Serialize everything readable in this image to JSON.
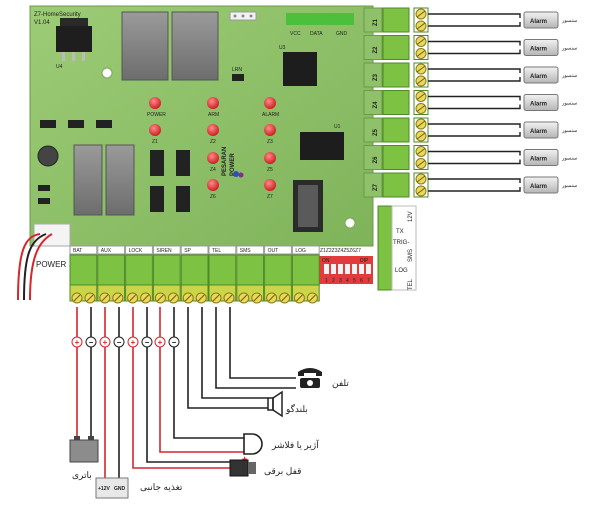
{
  "board": {
    "model": "Z7-HomeSecurity",
    "version": "V1.04",
    "brand_line1": "PESARAN",
    "brand_line2": "POWER",
    "power_label": "POWER",
    "header_labels": [
      "VCC",
      "DATA",
      "GND"
    ],
    "chip_labels": [
      "U4",
      "U3",
      "U1",
      "LRN"
    ],
    "leds": [
      "POWER",
      "ARM",
      "ALARM",
      "Z1",
      "Z2",
      "Z3",
      "Z4",
      "Z5",
      "Z6",
      "Z7"
    ],
    "dip": {
      "on": "ON",
      "dip": "DIP",
      "numbers": [
        "1",
        "2",
        "3",
        "4",
        "5",
        "6",
        "7"
      ],
      "zone_header": "Z1Z2Z3Z4Z5Z6Z7"
    }
  },
  "right_terminals": {
    "side_labels": [
      "12V",
      "TX",
      "TRIG-",
      "SMS",
      "LOG",
      "TEL"
    ]
  },
  "zones": [
    {
      "zone": "Z1",
      "sensor": "سنسور",
      "alarm": "Alarm"
    },
    {
      "zone": "Z2",
      "sensor": "سنسور",
      "alarm": "Alarm"
    },
    {
      "zone": "Z3",
      "sensor": "سنسور",
      "alarm": "Alarm"
    },
    {
      "zone": "Z4",
      "sensor": "سنسور",
      "alarm": "Alarm"
    },
    {
      "zone": "Z5",
      "sensor": "سنسور",
      "alarm": "Alarm"
    },
    {
      "zone": "Z6",
      "sensor": "سنسور",
      "alarm": "Alarm"
    },
    {
      "zone": "Z7",
      "sensor": "سنسور",
      "alarm": "Alarm"
    }
  ],
  "bottom_terminals": [
    "BAT",
    "AUX",
    "LOCK",
    "SIREN",
    "SP",
    "TEL",
    "SMS",
    "OUT",
    "LOG"
  ],
  "devices": {
    "phone": "تلفن",
    "speaker": "بلندگو",
    "siren": "آژیر یا فلاشر",
    "lock": "قفل برقی",
    "aux_supply": "تغذیه جانبی",
    "battery": "باتری",
    "psu_plus": "+12V",
    "psu_gnd": "GND"
  },
  "colors": {
    "board": "#8fc06a",
    "terminal": "#7dc242",
    "wire_red": "#d6262c",
    "wire_black": "#222222",
    "led": "#e23b3b"
  }
}
